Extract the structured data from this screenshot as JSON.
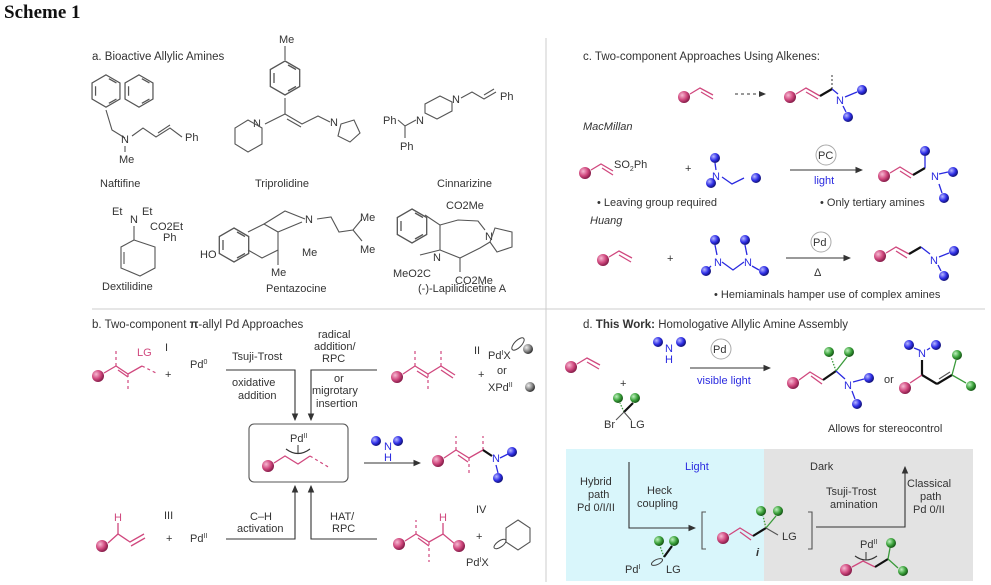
{
  "scheme_title": "Scheme 1",
  "colors": {
    "pink": "#d0487e",
    "blue": "#2a2ae0",
    "green": "#3a9a3a",
    "light_bg": "#d9f6fb",
    "dark_bg": "#e3e3e3",
    "divider": "#cccccc"
  },
  "panel_a": {
    "title": "a. Bioactive Allylic Amines",
    "compounds": [
      {
        "name": "Naftifine",
        "labels": [
          "N",
          "Me",
          "Ph"
        ]
      },
      {
        "name": "Triprolidine",
        "labels": [
          "Me",
          "N",
          "N"
        ]
      },
      {
        "name": "Cinnarizine",
        "labels": [
          "Ph",
          "N",
          "Ph",
          "N",
          "Ph"
        ]
      },
      {
        "name": "Dextilidine",
        "labels": [
          "Et",
          "N",
          "Et",
          "CO2Et",
          "Ph"
        ]
      },
      {
        "name": "Pentazocine",
        "labels": [
          "HO",
          "N",
          "Me",
          "Me",
          "Me",
          "Me"
        ]
      },
      {
        "name": "(-)-Lapilidicetine A",
        "labels": [
          "CO2Me",
          "N",
          "N",
          "MeO2C",
          "CO2Me"
        ]
      }
    ]
  },
  "panel_b": {
    "title_prefix": "b. Two-component ",
    "title_pi": "π",
    "title_suffix": "-allyl Pd Approaches",
    "route_I": {
      "numeral": "I",
      "lg": "LG",
      "plus": "+",
      "reagent": "Pd",
      "reagent_sup": "0",
      "above": "Tsuji-Trost",
      "below": [
        "oxidative",
        "addition"
      ]
    },
    "route_II": {
      "numeral": "II",
      "above": [
        "radical",
        "addition/",
        "RPC"
      ],
      "below": [
        "or",
        "migrotary",
        "insertion"
      ],
      "plus": "+",
      "reagent1": "Pd",
      "reagent1_sup": "I",
      "reagent1_tail": "X",
      "or": "or",
      "reagent2": "XPd",
      "reagent2_sup": "II"
    },
    "intermediate": {
      "label": "Pd",
      "sup": "II"
    },
    "amine": {
      "n": "N",
      "h": "H"
    },
    "route_III": {
      "numeral": "III",
      "h": "H",
      "plus": "+",
      "reagent": "Pd",
      "reagent_sup": "II",
      "label": [
        "C–H",
        "activation"
      ]
    },
    "route_IV": {
      "numeral": "IV",
      "h": "H",
      "plus": "+",
      "reagent": "Pd",
      "reagent_sup": "I",
      "reagent_tail": "X",
      "label": [
        "HAT/",
        "RPC"
      ]
    },
    "product_n": "N"
  },
  "panel_c": {
    "title": "c. Two-component Approaches Using Alkenes:",
    "general_n": "N",
    "macmillan": {
      "author": "MacMillan",
      "reagent": "SO",
      "reagent_sub": "2",
      "reagent_tail": "Ph",
      "plus": "+",
      "catalyst": "PC",
      "condition": "light",
      "note_left": "• Leaving group required",
      "note_right": "• Only tertiary amines",
      "n": "N"
    },
    "huang": {
      "author": "Huang",
      "plus": "+",
      "catalyst": "Pd",
      "condition": "Δ",
      "note": "• Hemiaminals hamper use of complex amines",
      "n": "N"
    }
  },
  "panel_d": {
    "title_prefix": "d. ",
    "title_bold": "This Work:",
    "title_rest": " Homologative Allylic Amine Assembly",
    "plus": "+",
    "amine": {
      "n": "N",
      "h": "H"
    },
    "reagent": {
      "br": "Br",
      "lg": "LG"
    },
    "catalyst": "Pd",
    "condition": "visible light",
    "or": "or",
    "product_n": "N",
    "note": "Allows for stereocontrol",
    "mechanism": {
      "light_label": "Light",
      "dark_label": "Dark",
      "hybrid": [
        "Hybrid",
        "path",
        "Pd 0/I/II"
      ],
      "heck": [
        "Heck",
        "coupling"
      ],
      "radical": {
        "pd": "Pd",
        "pd_sup": "I",
        "lg": "LG"
      },
      "intermediate": {
        "lg": "LG",
        "label": "i"
      },
      "tsuji": [
        "Tsuji-Trost",
        "amination"
      ],
      "classical": [
        "Classical",
        "path",
        "Pd 0/II"
      ],
      "pi_allyl": {
        "pd": "Pd",
        "sup": "II"
      }
    }
  }
}
